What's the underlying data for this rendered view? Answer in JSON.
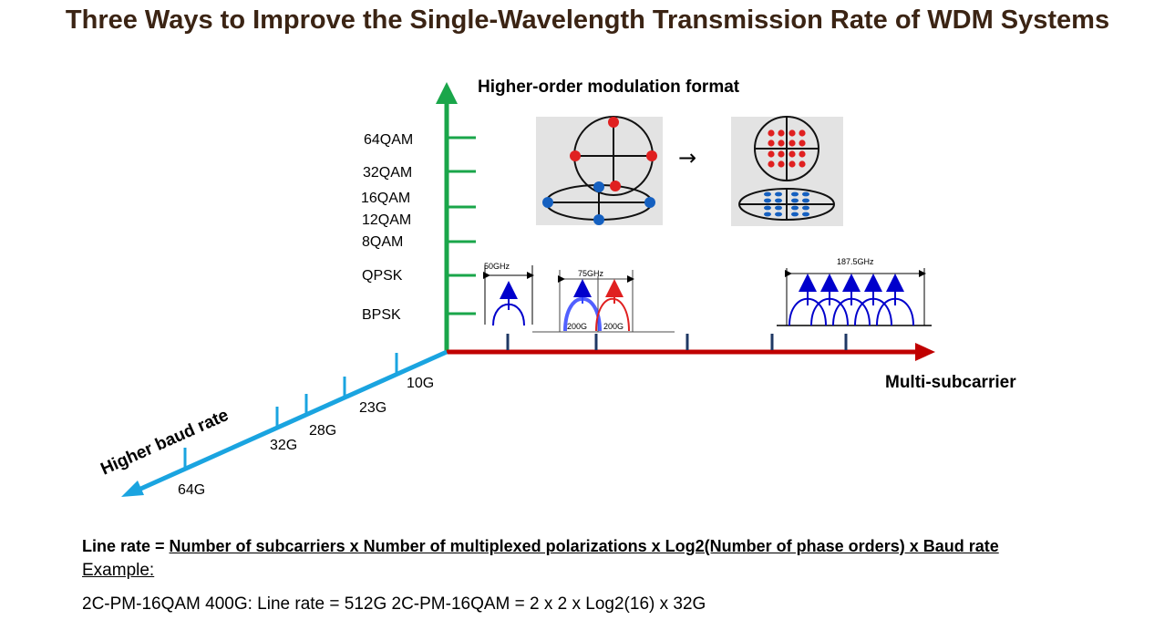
{
  "title": "Three Ways to Improve the Single-Wavelength Transmission Rate of WDM Systems",
  "axes": {
    "vertical_title": "Higher-order modulation format",
    "horizontal_title": "Multi-subcarrier",
    "diagonal_title": "Higher baud rate"
  },
  "modulation_levels": [
    "64QAM",
    "32QAM",
    "16QAM",
    "12QAM",
    "8QAM",
    "QPSK",
    "BPSK"
  ],
  "baud_rates": [
    "10G",
    "23G",
    "28G",
    "32G",
    "64G"
  ],
  "spectrum_labels": {
    "single": "50GHz",
    "dual": "75GHz",
    "dual_left": "200G",
    "dual_right": "200G",
    "multi": "187.5GHz"
  },
  "arrow_symbol": "→",
  "formula": {
    "prefix": "Line rate = ",
    "expression": "Number of subcarriers x Number of multiplexed polarizations x Log2(Number of phase orders) x Baud rate"
  },
  "example_label": "Example:",
  "example_text": "2C-PM-16QAM 400G: Line rate = 512G 2C-PM-16QAM = 2 x 2 x Log2(16) x 32G",
  "colors": {
    "title": "#3b2414",
    "vertical_axis": "#1aa64a",
    "horizontal_axis": "#c00000",
    "diagonal_axis": "#1aa4e0",
    "red_point": "#e02020",
    "blue_point": "#1560c0",
    "spectrum_blue": "#0000cc"
  }
}
